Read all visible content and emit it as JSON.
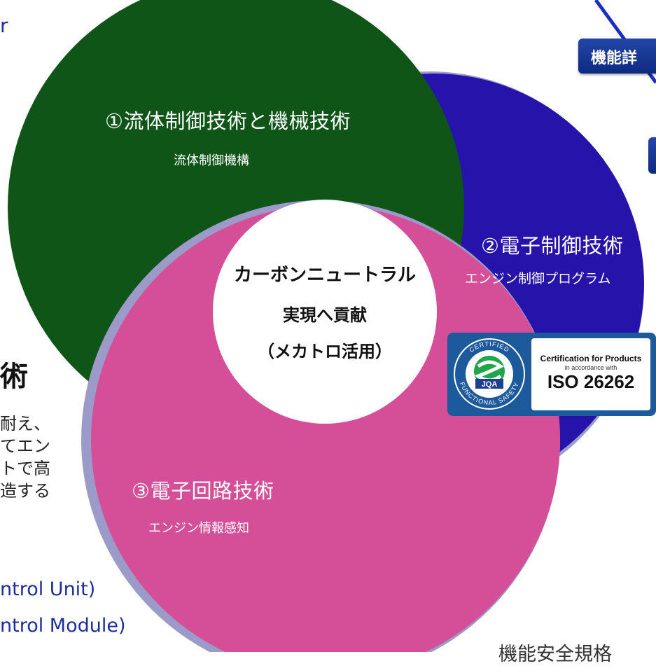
{
  "top_link_fragment": "r",
  "badge": {
    "label": "機能詳"
  },
  "venn": {
    "circles": [
      {
        "id": "fluid",
        "title": "①流体制御技術と機械技術",
        "subtitle": "流体制御機構",
        "color": "#0f5518"
      },
      {
        "id": "electronic_control",
        "title": "②電子制御技術",
        "subtitle": "エンジン制御プログラム",
        "color": "#2613aa"
      },
      {
        "id": "electronic_circuit",
        "title": "③電子回路技術",
        "subtitle": "エンジン情報感知",
        "color": "#d44f98"
      }
    ],
    "center": {
      "line1": "カーボンニュートラル",
      "line2": "実現へ貢献",
      "line3": "（メカトロ活用）"
    }
  },
  "certification": {
    "ring_text_top": "CERTIFIED",
    "ring_text_bottom": "FUNCTIONAL SAFETY",
    "logo_text": "JQA",
    "line1": "Certification for Products",
    "line2": "in accordance with",
    "standard": "ISO 26262"
  },
  "left_text": {
    "heading_fragment": "術",
    "body_lines": [
      "耐え、",
      "てエン",
      "トで高",
      "造する"
    ],
    "link1": "ntrol Unit)",
    "link2": "ntrol Module)"
  },
  "footer_fragment": "機能安全規格"
}
